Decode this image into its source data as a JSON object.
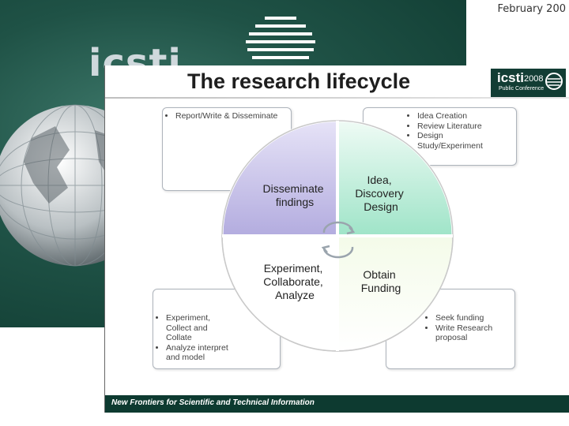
{
  "date": "February 200",
  "background": {
    "logo_text": "icsti",
    "colors": {
      "teal_dark": "#0f3a30",
      "teal": "#1f5246"
    }
  },
  "slide": {
    "title": "The research lifecycle",
    "conference_logo": {
      "word": "icsti",
      "year": "2008",
      "subtitle": "Public Conference"
    },
    "footer": "New Frontiers for Scientific and Technical Information"
  },
  "diagram": {
    "quadrants": [
      {
        "id": "disseminate",
        "lines": [
          "Disseminate",
          "findings"
        ],
        "color": "#b9b3e3"
      },
      {
        "id": "idea",
        "lines": [
          "Idea,",
          "Discovery",
          "Design"
        ],
        "color": "#aee9d3"
      },
      {
        "id": "experiment",
        "lines": [
          "Experiment,",
          "Collaborate,",
          "Analyze"
        ],
        "color": "#ffffff"
      },
      {
        "id": "funding",
        "lines": [
          "Obtain",
          "Funding"
        ],
        "color": "#ecf6d9"
      }
    ],
    "boxes": {
      "top_left": [
        "Report/Write & Disseminate"
      ],
      "top_right": [
        "Idea Creation",
        "Review Literature",
        "Design Study/Experiment"
      ],
      "bottom_left": [
        "Experiment, Collect and Collate",
        "Analyze interpret and model"
      ],
      "bottom_right": [
        "Seek funding",
        "Write Research proposal"
      ]
    }
  }
}
